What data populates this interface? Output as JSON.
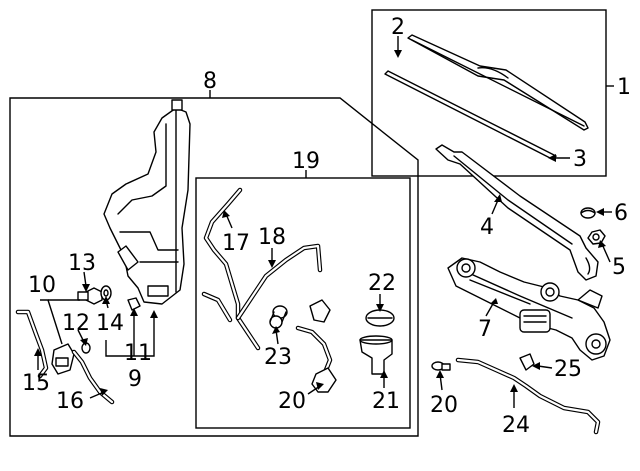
{
  "callouts": {
    "c1": "1",
    "c2": "2",
    "c3": "3",
    "c4": "4",
    "c5": "5",
    "c6": "6",
    "c7": "7",
    "c8": "8",
    "c9": "9",
    "c10": "10",
    "c11": "11",
    "c12": "12",
    "c13": "13",
    "c14": "14",
    "c15": "15",
    "c16": "16",
    "c17": "17",
    "c18": "18",
    "c19": "19",
    "c20a": "20",
    "c20b": "20",
    "c21": "21",
    "c22": "22",
    "c23": "23",
    "c24": "24",
    "c25": "25"
  }
}
